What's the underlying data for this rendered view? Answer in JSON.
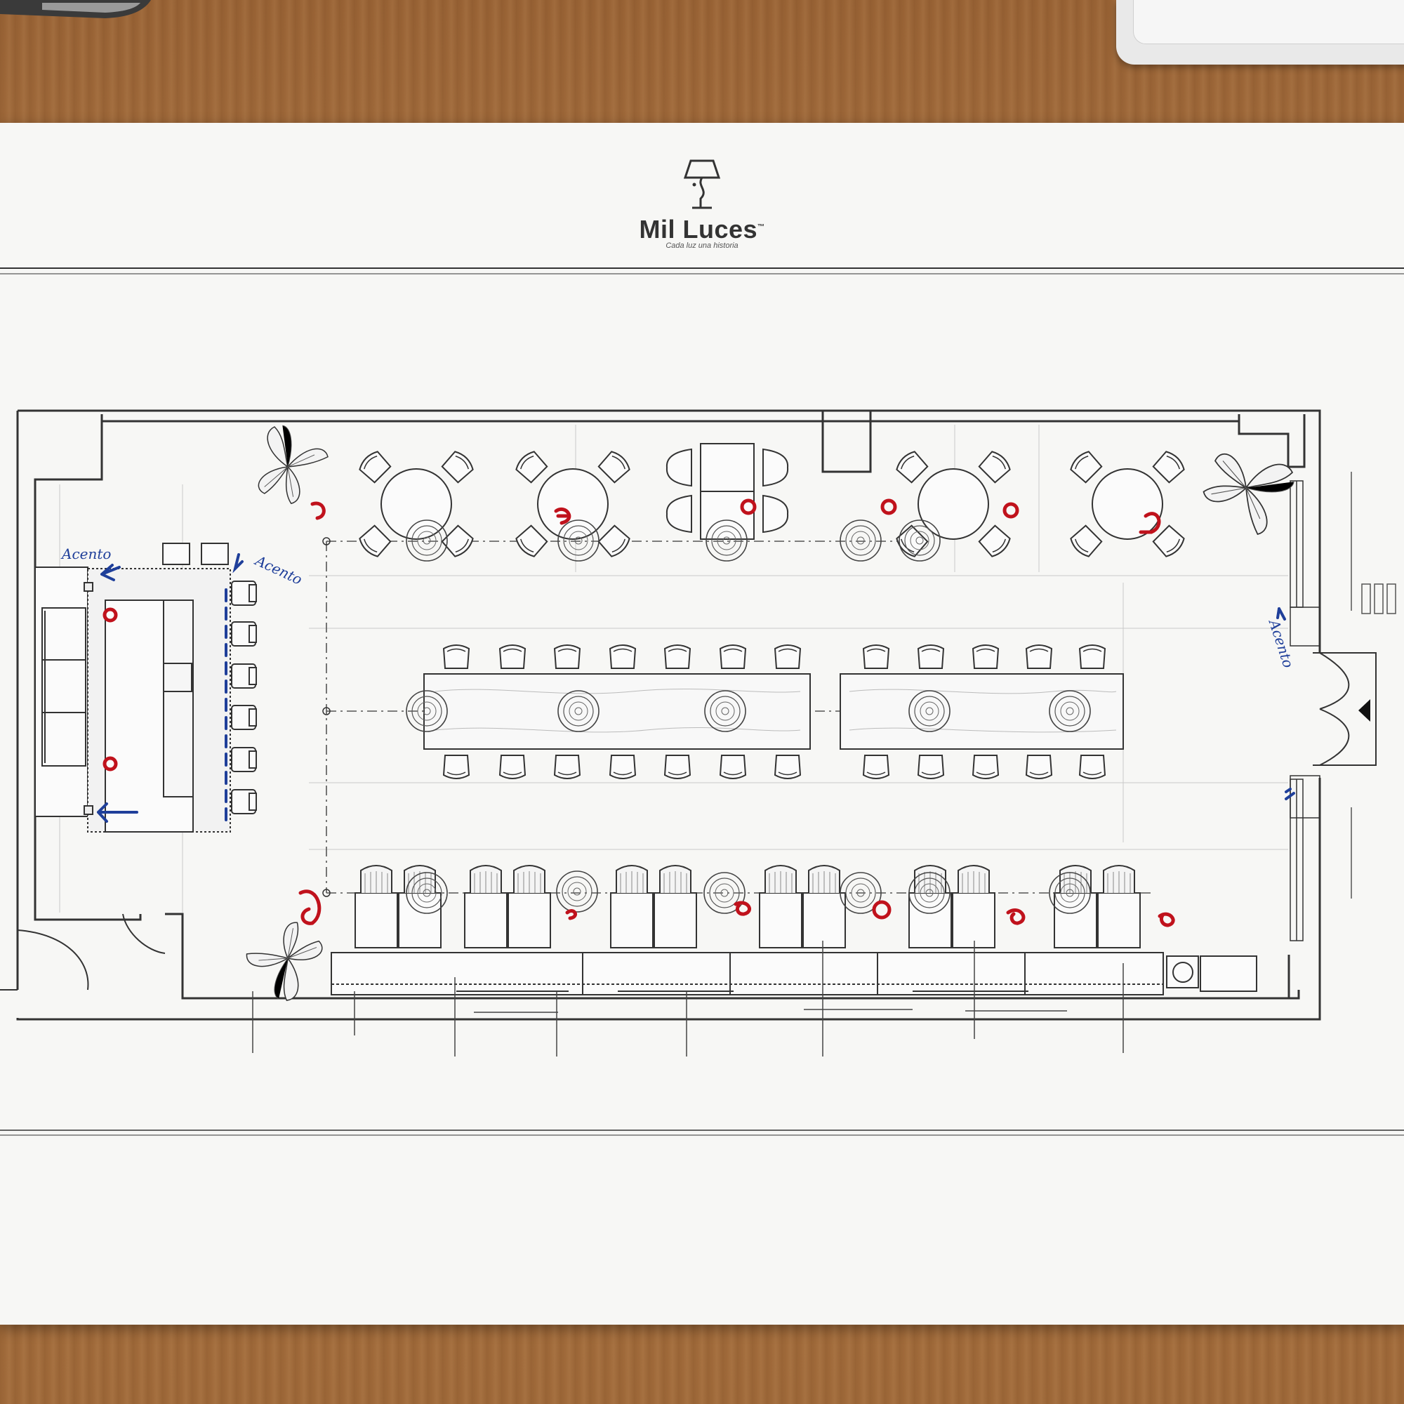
{
  "brand": {
    "name": "Mil Luces",
    "trademark": "™",
    "tagline": "Cada luz una historia"
  },
  "annotations": {
    "note_top_left": "Acento",
    "note_top_bar": "Acento",
    "note_entrance": "Acento"
  },
  "colors": {
    "desk": "#a56e3e",
    "paper": "#f7f7f5",
    "ink": "#2b2b2b",
    "red_marker": "#c0121c",
    "blue_marker": "#1f3f9a"
  },
  "icons": [
    "lamp-logo-icon",
    "plant-icon",
    "round-table-icon",
    "long-table-icon",
    "booth-icon",
    "pendant-light-icon",
    "door-swing-icon",
    "entrance-arrow-icon"
  ]
}
